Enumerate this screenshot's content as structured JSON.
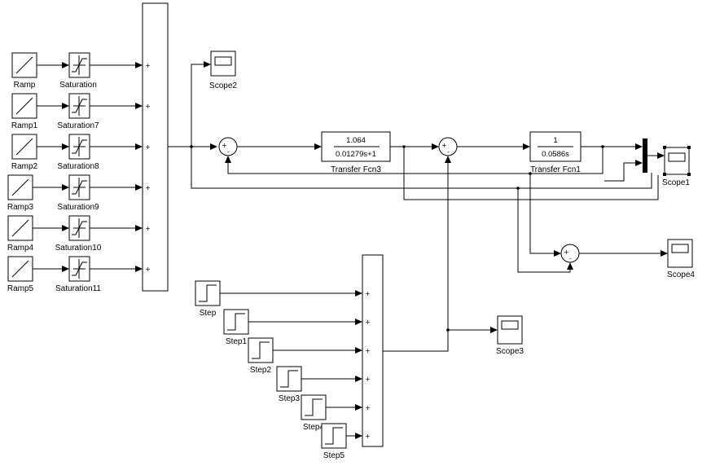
{
  "blocks": {
    "ramps": [
      "Ramp",
      "Ramp1",
      "Ramp2",
      "Ramp3",
      "Ramp4",
      "Ramp5"
    ],
    "saturations": [
      "Saturation",
      "Saturation7",
      "Saturation8",
      "Saturation9",
      "Saturation10",
      "Saturation11"
    ],
    "steps": [
      "Step",
      "Step1",
      "Step2",
      "Step3",
      "Step4",
      "Step5"
    ],
    "scopes": {
      "scope1": "Scope1",
      "scope2": "Scope2",
      "scope3": "Scope3",
      "scope4": "Scope4"
    },
    "tf3": {
      "label": "Transfer Fcn3",
      "num": "1.064",
      "den": "0.01279s+1"
    },
    "tf1": {
      "label": "Transfer Fcn1",
      "num": "1",
      "den": "0.0586s"
    }
  },
  "signs": {
    "plus": "+",
    "minus": "-"
  }
}
